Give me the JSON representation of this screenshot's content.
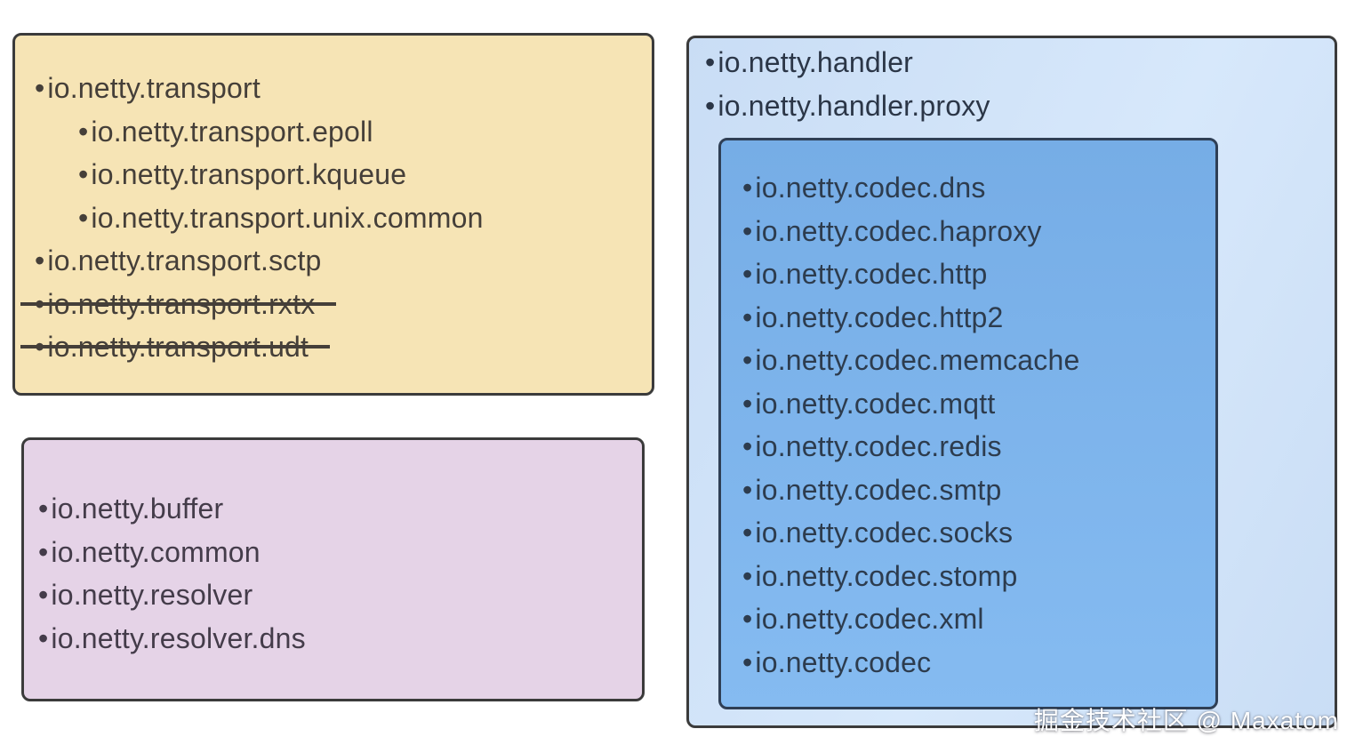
{
  "glyphs": {
    "bullet": "•"
  },
  "colors": {
    "transport_bg": "#f6e4b5",
    "core_bg": "#e5d3e7",
    "handler_bg_from": "#c9ddf5",
    "handler_bg_to": "#d7e8fb",
    "codec_bg_from": "#76ade6",
    "codec_bg_to": "#85bbf1",
    "box_border": "#3b3b3b",
    "codec_border": "#2f3f55",
    "transport_text": "#453f39",
    "core_text": "#443c4a",
    "handler_text": "#2b3647",
    "codec_text": "#2d3c4e",
    "watermark_text": "#ffffff"
  },
  "transport_box": {
    "items": [
      {
        "label": "io.netty.transport",
        "indent": 0,
        "strike": false
      },
      {
        "label": "io.netty.transport.epoll",
        "indent": 1,
        "strike": false
      },
      {
        "label": "io.netty.transport.kqueue",
        "indent": 1,
        "strike": false
      },
      {
        "label": "io.netty.transport.unix.common",
        "indent": 1,
        "strike": false
      },
      {
        "label": "io.netty.transport.sctp",
        "indent": 0,
        "strike": false
      },
      {
        "label": "io.netty.transport.rxtx",
        "indent": 0,
        "strike": true
      },
      {
        "label": "io.netty.transport.udt",
        "indent": 0,
        "strike": true
      }
    ]
  },
  "core_box": {
    "items": [
      {
        "label": "io.netty.buffer"
      },
      {
        "label": "io.netty.common"
      },
      {
        "label": "io.netty.resolver"
      },
      {
        "label": "io.netty.resolver.dns"
      }
    ]
  },
  "handler_box": {
    "items": [
      {
        "label": "io.netty.handler"
      },
      {
        "label": "io.netty.handler.proxy"
      }
    ]
  },
  "codec_box": {
    "items": [
      {
        "label": "io.netty.codec.dns"
      },
      {
        "label": "io.netty.codec.haproxy"
      },
      {
        "label": "io.netty.codec.http"
      },
      {
        "label": "io.netty.codec.http2"
      },
      {
        "label": "io.netty.codec.memcache"
      },
      {
        "label": "io.netty.codec.mqtt"
      },
      {
        "label": "io.netty.codec.redis"
      },
      {
        "label": "io.netty.codec.smtp"
      },
      {
        "label": "io.netty.codec.socks"
      },
      {
        "label": "io.netty.codec.stomp"
      },
      {
        "label": "io.netty.codec.xml"
      },
      {
        "label": "io.netty.codec"
      }
    ]
  },
  "watermark": {
    "text": "掘金技术社区 @ Maxatom"
  }
}
